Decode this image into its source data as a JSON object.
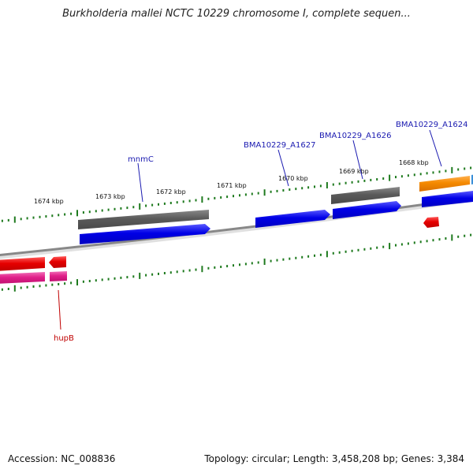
{
  "header": {
    "title": "Burkholderia mallei NCTC 10229 chromosome I, complete sequen..."
  },
  "footer": {
    "accession": "Accession: NC_008836",
    "summary": "Topology: circular; Length: 3,458,208 bp; Genes: 3,384"
  },
  "map": {
    "scale_ticks": [
      "1674 kbp",
      "1673 kbp",
      "1672 kbp",
      "1671 kbp",
      "1670 kbp",
      "1669 kbp",
      "1668 kbp"
    ],
    "gene_labels": {
      "mnmC": "mnmC",
      "a1627": "BMA10229_A1627",
      "a1626": "BMA10229_A1626",
      "a1624": "BMA10229_A1624",
      "hupB": "hupB"
    },
    "colors": {
      "backbone": "#888888",
      "tick_green": "#1e7a1e",
      "gene_gray": "#5a5a5a",
      "cds_blue": "#0000e6",
      "gene_orange": "#f58a00",
      "gene_red": "#e60000",
      "cds_magenta": "#e0208a",
      "label_blue": "#1a1ab0",
      "label_red": "#c00000"
    }
  }
}
